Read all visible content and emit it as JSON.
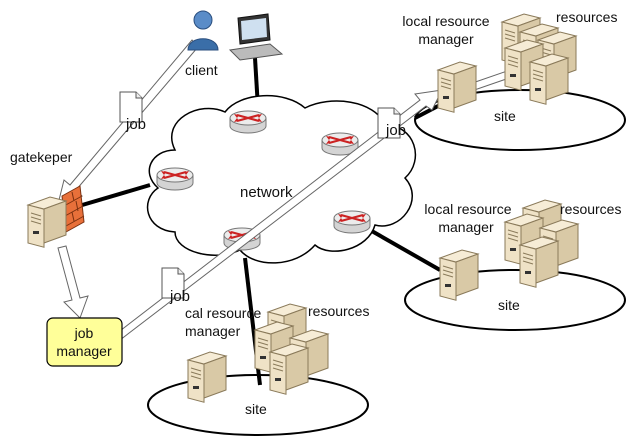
{
  "labels": {
    "client": "client",
    "gatekeeper": "gatekeper",
    "network": "network",
    "job_manager_line1": "job",
    "job_manager_line2": "manager",
    "job": "job",
    "local_resource_manager_line1": "local resource",
    "local_resource_manager_line2": "manager",
    "local_resource_manager_cut_line1": "cal resource",
    "resources": "resources",
    "site": "site"
  },
  "colors": {
    "job_manager_fill": "#ffff99",
    "firewall": "#e8703a",
    "server_fill": "#efe2c6",
    "server_stroke": "#8a7a5a",
    "router_fill": "#e6e6e6",
    "router_arrow": "#cc2222",
    "user_icon": "#3a6ea8"
  },
  "icons": [
    "user-icon",
    "laptop-icon",
    "router-icon",
    "server-icon",
    "firewall-icon",
    "document-icon",
    "cloud-icon"
  ]
}
